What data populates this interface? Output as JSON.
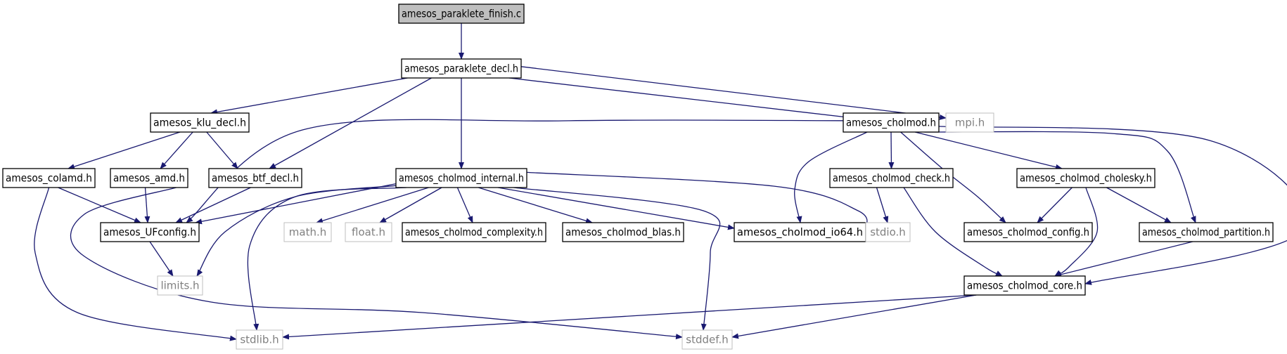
{
  "graph": {
    "colors": {
      "edge": "#191970",
      "root_fill": "#bfbfbf",
      "node_border": "#000000",
      "external_border": "#bfbfbf",
      "external_text": "#808080",
      "text": "#000000"
    },
    "nodes": [
      {
        "id": "finish",
        "label": "amesos_paraklete_finish.c",
        "kind": "root"
      },
      {
        "id": "paraklete_decl",
        "label": "amesos_paraklete_decl.h",
        "kind": "header"
      },
      {
        "id": "klu_decl",
        "label": "amesos_klu_decl.h",
        "kind": "header"
      },
      {
        "id": "cholmod",
        "label": "amesos_cholmod.h",
        "kind": "header"
      },
      {
        "id": "mpi",
        "label": "mpi.h",
        "kind": "external"
      },
      {
        "id": "colamd",
        "label": "amesos_colamd.h",
        "kind": "header"
      },
      {
        "id": "amd",
        "label": "amesos_amd.h",
        "kind": "header"
      },
      {
        "id": "btf_decl",
        "label": "amesos_btf_decl.h",
        "kind": "header"
      },
      {
        "id": "cholmod_internal",
        "label": "amesos_cholmod_internal.h",
        "kind": "header"
      },
      {
        "id": "cholmod_check",
        "label": "amesos_cholmod_check.h",
        "kind": "header"
      },
      {
        "id": "cholmod_cholesky",
        "label": "amesos_cholmod_cholesky.h",
        "kind": "header"
      },
      {
        "id": "ufconfig",
        "label": "amesos_UFconfig.h",
        "kind": "header"
      },
      {
        "id": "math",
        "label": "math.h",
        "kind": "external"
      },
      {
        "id": "float",
        "label": "float.h",
        "kind": "external"
      },
      {
        "id": "complexity",
        "label": "amesos_cholmod_complexity.h",
        "kind": "header"
      },
      {
        "id": "blas",
        "label": "amesos_cholmod_blas.h",
        "kind": "header"
      },
      {
        "id": "io64",
        "label": "amesos_cholmod_io64.h",
        "kind": "header"
      },
      {
        "id": "stdio",
        "label": "stdio.h",
        "kind": "external"
      },
      {
        "id": "config",
        "label": "amesos_cholmod_config.h",
        "kind": "header"
      },
      {
        "id": "partition",
        "label": "amesos_cholmod_partition.h",
        "kind": "header"
      },
      {
        "id": "limits",
        "label": "limits.h",
        "kind": "external"
      },
      {
        "id": "core",
        "label": "amesos_cholmod_core.h",
        "kind": "header"
      },
      {
        "id": "stdlib",
        "label": "stdlib.h",
        "kind": "external"
      },
      {
        "id": "stddef",
        "label": "stddef.h",
        "kind": "external"
      }
    ],
    "edges": [
      {
        "from": "finish",
        "to": "paraklete_decl"
      },
      {
        "from": "paraklete_decl",
        "to": "klu_decl"
      },
      {
        "from": "paraklete_decl",
        "to": "btf_decl"
      },
      {
        "from": "paraklete_decl",
        "to": "cholmod_internal"
      },
      {
        "from": "paraklete_decl",
        "to": "cholmod"
      },
      {
        "from": "paraklete_decl",
        "to": "mpi"
      },
      {
        "from": "klu_decl",
        "to": "colamd"
      },
      {
        "from": "klu_decl",
        "to": "amd"
      },
      {
        "from": "klu_decl",
        "to": "btf_decl"
      },
      {
        "from": "colamd",
        "to": "ufconfig"
      },
      {
        "from": "colamd",
        "to": "stdlib"
      },
      {
        "from": "amd",
        "to": "ufconfig"
      },
      {
        "from": "amd",
        "to": "stddef"
      },
      {
        "from": "btf_decl",
        "to": "ufconfig"
      },
      {
        "from": "cholmod",
        "to": "ufconfig"
      },
      {
        "from": "cholmod",
        "to": "cholmod_check"
      },
      {
        "from": "cholmod",
        "to": "io64"
      },
      {
        "from": "cholmod",
        "to": "config"
      },
      {
        "from": "cholmod",
        "to": "cholmod_cholesky"
      },
      {
        "from": "cholmod",
        "to": "partition"
      },
      {
        "from": "cholmod",
        "to": "core"
      },
      {
        "from": "cholmod_internal",
        "to": "ufconfig"
      },
      {
        "from": "cholmod_internal",
        "to": "limits"
      },
      {
        "from": "cholmod_internal",
        "to": "stdlib"
      },
      {
        "from": "cholmod_internal",
        "to": "math"
      },
      {
        "from": "cholmod_internal",
        "to": "float"
      },
      {
        "from": "cholmod_internal",
        "to": "complexity"
      },
      {
        "from": "cholmod_internal",
        "to": "blas"
      },
      {
        "from": "cholmod_internal",
        "to": "io64"
      },
      {
        "from": "cholmod_internal",
        "to": "stdio"
      },
      {
        "from": "cholmod_internal",
        "to": "stddef"
      },
      {
        "from": "cholmod_check",
        "to": "stdio"
      },
      {
        "from": "cholmod_check",
        "to": "core"
      },
      {
        "from": "cholmod_cholesky",
        "to": "config"
      },
      {
        "from": "cholmod_cholesky",
        "to": "partition"
      },
      {
        "from": "cholmod_cholesky",
        "to": "core"
      },
      {
        "from": "partition",
        "to": "core"
      },
      {
        "from": "ufconfig",
        "to": "limits"
      },
      {
        "from": "core",
        "to": "stdlib"
      },
      {
        "from": "core",
        "to": "stddef"
      }
    ]
  }
}
